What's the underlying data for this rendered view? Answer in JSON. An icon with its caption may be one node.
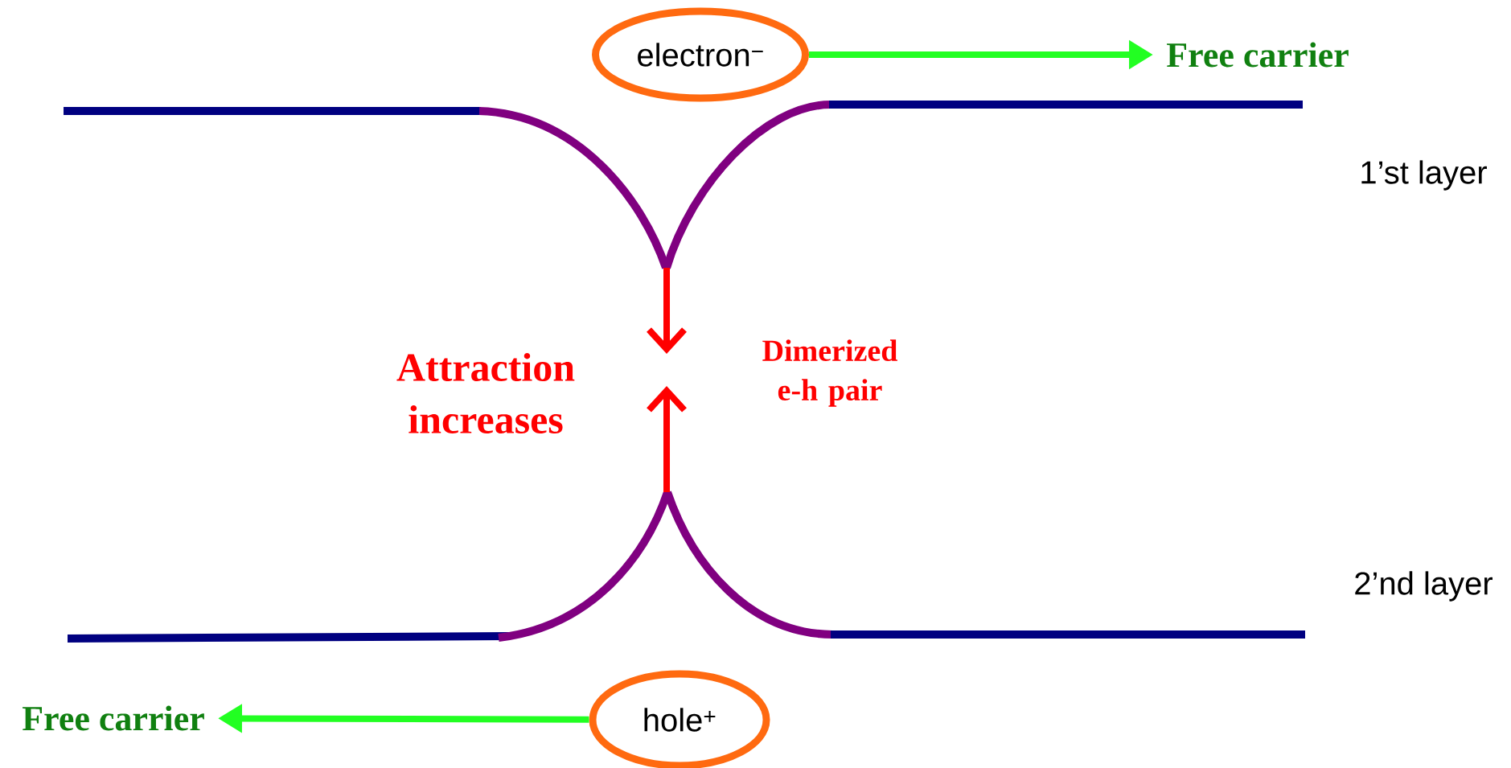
{
  "diagram": {
    "nodes": [
      {
        "text": [
          "electron$^{−}$"
        ]
      },
      {
        "text": [
          "Free carrier"
        ]
      },
      {
        "text": [
          "hole$^{+}$"
        ]
      },
      {
        "text": [
          "Free carrier"
        ]
      }
    ],
    "edges": [
      {
        "from": 0,
        "to": 1,
        "arrow": "to"
      },
      {
        "from": 2,
        "to": 3,
        "arrow": "to"
      }
    ],
    "labels": [
      "1’st layer",
      "Dimerized e-h pair",
      "Attraction increases",
      "2’nd layer"
    ]
  }
}
